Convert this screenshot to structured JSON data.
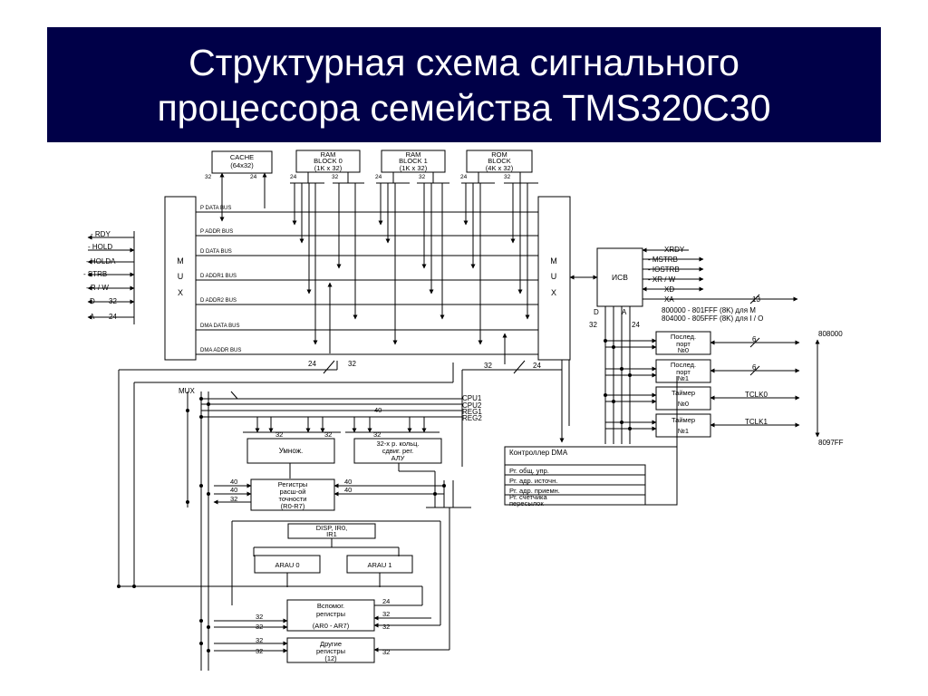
{
  "slide": {
    "title_line_1": "Структурная схема сигнального",
    "title_line_2": "процессора семейства TMS320C30"
  },
  "memory_blocks": {
    "cache": [
      "CACHE",
      "(64x32)"
    ],
    "ram0": [
      "RAM",
      "BLOCK 0",
      "(1K x 32)"
    ],
    "ram1": [
      "RAM",
      "BLOCK 1",
      "(1K x 32)"
    ],
    "rom": [
      "ROM",
      "BLOCK",
      "(4K x 32)"
    ]
  },
  "widths": {
    "w32": "32",
    "w24": "24",
    "w40": "40",
    "w13": "13",
    "w6": "6"
  },
  "buses": [
    "P DATA BUS",
    "P ADDR BUS",
    "D DATA BUS",
    "D ADDR1 BUS",
    "D ADDR2 BUS",
    "DMA DATA BUS",
    "DMA ADDR BUS"
  ],
  "mux": [
    "M",
    "U",
    "X"
  ],
  "mux_label": "MUX",
  "left_signals": [
    "- RDY",
    "- HOLD",
    "- HOLDA",
    "- STRB",
    "- R / W",
    "D",
    "A"
  ],
  "right_block": {
    "label": "ИСВ",
    "d": "D",
    "a": "A"
  },
  "right_signals": [
    "XRDY",
    "- MSTRB",
    "- IOSTRB",
    "- XR / W",
    "XD",
    "XA"
  ],
  "address_ranges": [
    "800000 - 801FFF (8K) для   M",
    "804000 - 805FFF (8K) для  I / O"
  ],
  "cpu_buses": [
    "CPU1",
    "CPU2",
    "REG1",
    "REG2"
  ],
  "peripherals": [
    {
      "lines": [
        "Послед.",
        "порт",
        "№0"
      ],
      "signal": "6"
    },
    {
      "lines": [
        "Послед.",
        "порт",
        "№1"
      ],
      "signal": "6"
    },
    {
      "lines": [
        "Таймер",
        "№0"
      ],
      "signal": "TCLK0"
    },
    {
      "lines": [
        "Таймер",
        "№1"
      ],
      "signal": "TCLK1"
    }
  ],
  "peripheral_range": [
    "808000",
    "8097FF"
  ],
  "multiplier": "Умнож.",
  "alu": [
    "32-х р. кольц.",
    "сдвиг. рег.",
    "АЛУ"
  ],
  "ext_registers": [
    "Регистры",
    "расш-ой",
    "точности",
    "(R0-R7)"
  ],
  "dma": {
    "title": "Контроллер  DMA",
    "rows": [
      "Рг. общ. упр.",
      "Рг. адр. источн.",
      "Рг. адр. приемн.",
      "Рг. счетчика",
      "пересылок"
    ]
  },
  "disp": [
    "DISP, IR0,",
    "IR1"
  ],
  "arau": [
    "ARAU 0",
    "ARAU 1"
  ],
  "aux_registers": [
    "Вспомог.",
    "регистры",
    "(AR0 - AR7)"
  ],
  "other_registers": [
    "Другие",
    "регистры",
    "(12)"
  ]
}
